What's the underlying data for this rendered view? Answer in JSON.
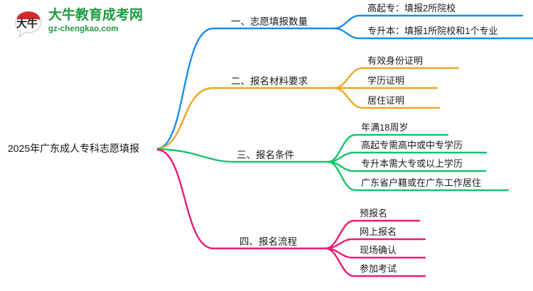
{
  "logo": {
    "mark_text": "大牛",
    "title": "大牛教育成考网",
    "subtitle": "gz-chengkao.com",
    "brand_green": "#1a9c3f",
    "brand_red": "#d9262c"
  },
  "mindmap": {
    "root": {
      "label": "2025年广东成人专科志愿填报"
    },
    "branches": [
      {
        "label": "一、志愿填报数量",
        "color": "#1a8cf0",
        "children": [
          {
            "label": "高起专：填报2所院校"
          },
          {
            "label": "专升本：填报1所院校和1个专业"
          }
        ]
      },
      {
        "label": "二、报名材料要求",
        "color": "#eda51f",
        "children": [
          {
            "label": "有效身份证明"
          },
          {
            "label": "学历证明"
          },
          {
            "label": "居住证明"
          }
        ]
      },
      {
        "label": "三、报名条件",
        "color": "#13c56b",
        "children": [
          {
            "label": "年满18周岁"
          },
          {
            "label": "高起专需高中或中专学历"
          },
          {
            "label": "专升本需大专或以上学历"
          },
          {
            "label": "广东省户籍或在广东工作居住"
          }
        ]
      },
      {
        "label": "四、报名流程",
        "color": "#ec1a72",
        "children": [
          {
            "label": "预报名"
          },
          {
            "label": "网上报名"
          },
          {
            "label": "现场确认"
          },
          {
            "label": "参加考试"
          }
        ]
      }
    ]
  }
}
